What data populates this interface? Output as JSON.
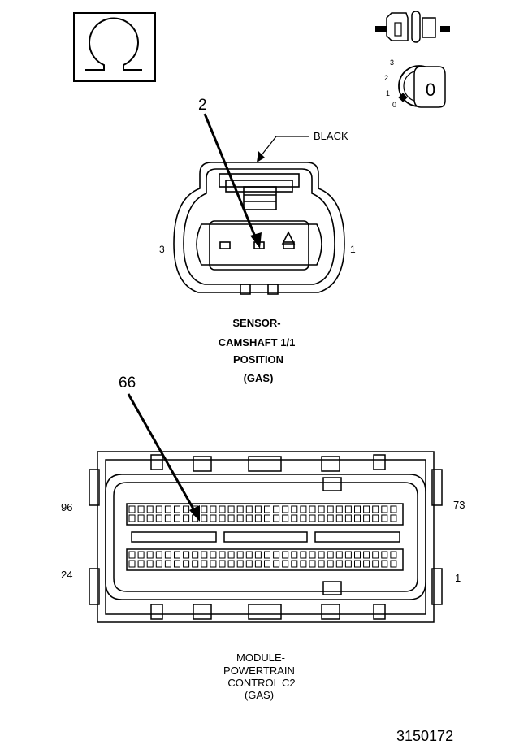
{
  "ignition": {
    "positions": [
      "3",
      "2",
      "1",
      "0"
    ],
    "key_label": "0"
  },
  "sensor": {
    "callout_pin": "2",
    "wire_color_label": "BLACK",
    "left_cavity": "3",
    "right_cavity": "1",
    "title_lines": [
      "SENSOR-",
      "CAMSHAFT 1/1",
      "POSITION",
      "(GAS)"
    ]
  },
  "module": {
    "callout_pin": "66",
    "left_top_cavity": "96",
    "left_bottom_cavity": "24",
    "right_top_cavity": "73",
    "right_bottom_cavity": "1",
    "title_lines": [
      "MODULE-",
      "POWERTRAIN",
      "CONTROL C2",
      "(GAS)"
    ]
  },
  "figure_number": "3150172"
}
